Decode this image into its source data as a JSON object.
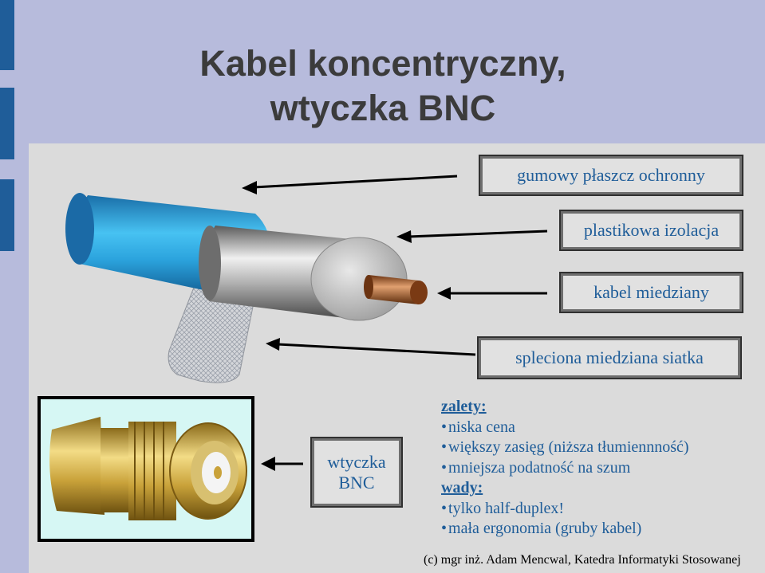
{
  "slide": {
    "title_line1": "Kabel koncentryczny,",
    "title_line2": "wtyczka BNC"
  },
  "labels": {
    "jacket": "gumowy płaszcz ochronny",
    "insulation": "plastikowa izolacja",
    "copper": "kabel miedziany",
    "braid": "spleciona miedziana siatka",
    "bnc_line1": "wtyczka",
    "bnc_line2": "BNC"
  },
  "notes": {
    "pros_header": "zalety:",
    "pros": [
      "niska cena",
      "większy zasięg (niższa tłumiennność)",
      "mniejsza podatność na szum"
    ],
    "cons_header": "wady:",
    "cons": [
      "tylko half-duplex!",
      "mała ergonomia (gruby kabel)"
    ]
  },
  "footer": "(c) mgr inż. Adam Mencwal, Katedra Informatyki Stosowanej",
  "colors": {
    "accent": "#1f5d99",
    "title": "#3b3b3b",
    "panel": "#dbdbdb",
    "background": "#b7bbdc"
  }
}
